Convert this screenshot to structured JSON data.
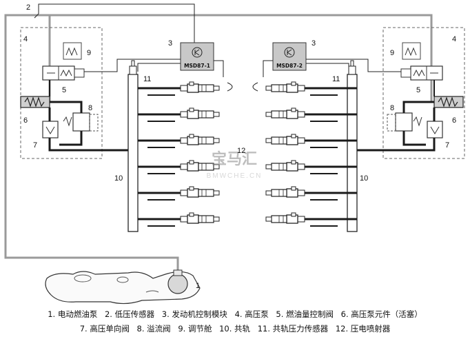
{
  "labels": {
    "n1": "1",
    "n2": "2",
    "n3_left": "3",
    "n3_right": "3",
    "n4_left": "4",
    "n4_right": "4",
    "n5_left": "5",
    "n5_right": "5",
    "n6_left": "6",
    "n6_right": "6",
    "n7_left": "7",
    "n7_right": "7",
    "n8_left": "8",
    "n8_right": "8",
    "n9_left": "9",
    "n9_right": "9",
    "n10_left": "10",
    "n10_right": "10",
    "n11_left": "11",
    "n11_right": "11",
    "n12": "12"
  },
  "modules": {
    "left": "MSD87-1",
    "right": "MSD87-2"
  },
  "watermark": {
    "logo": "宝马汇",
    "url": "BMWCHE.CN"
  },
  "legend": {
    "line1": [
      "1. 电动燃油泵",
      "2. 低压传感器",
      "3. 发动机控制模块",
      "4. 高压泵",
      "5. 燃油量控制阀",
      "6. 高压泵元件（活塞）"
    ],
    "line2": [
      "7. 高压单向阀",
      "8. 溢流阀",
      "9. 调节舱",
      "10. 共轨",
      "11. 共轨压力传感器",
      "12. 压电喷射器"
    ]
  },
  "colors": {
    "low_pressure_line": "#9a9a9a",
    "high_pressure_line": "#1a1a1a",
    "module_fill": "#c8c8c8"
  }
}
